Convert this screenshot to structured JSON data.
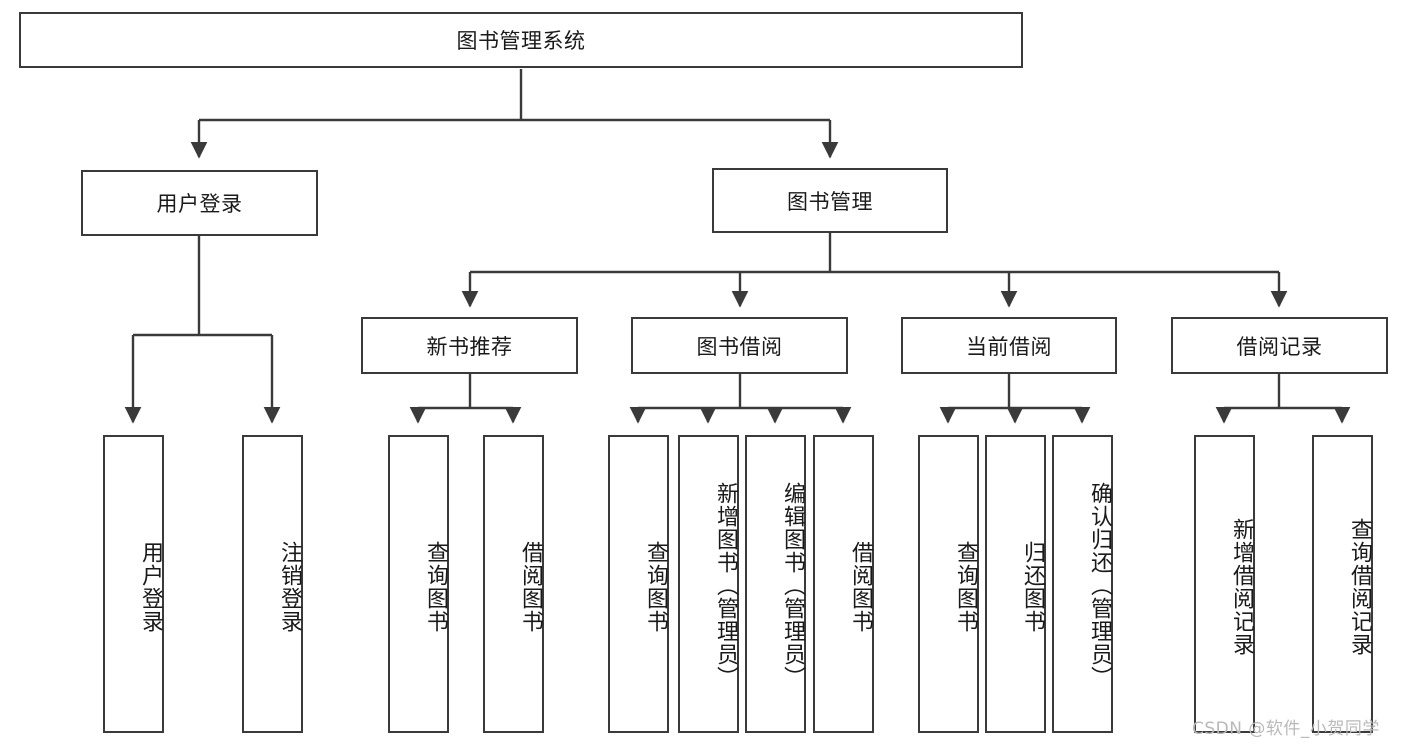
{
  "diagram": {
    "title": "图书管理系统",
    "type": "tree",
    "watermark": "CSDN @软件_小贺同学",
    "stroke_color": "#3a3a3a",
    "background_color": "#ffffff",
    "text_color": "#1a1a1a",
    "levels": {
      "root": {
        "label": "图书管理系统"
      },
      "level2": [
        {
          "label": "用户登录"
        },
        {
          "label": "图书管理"
        }
      ],
      "level3": [
        {
          "label": "新书推荐"
        },
        {
          "label": "图书借阅"
        },
        {
          "label": "当前借阅"
        },
        {
          "label": "借阅记录"
        }
      ],
      "leaves": {
        "user_login": [
          {
            "label": "用户登录"
          },
          {
            "label": "注销登录"
          }
        ],
        "new_book_recommend": [
          {
            "label": "查询图书"
          },
          {
            "label": "借阅图书"
          }
        ],
        "book_borrow": [
          {
            "label": "查询图书"
          },
          {
            "label": "新增图书（管理员）"
          },
          {
            "label": "编辑图书（管理员）"
          },
          {
            "label": "借阅图书"
          }
        ],
        "current_borrow": [
          {
            "label": "查询图书"
          },
          {
            "label": "归还图书"
          },
          {
            "label": "确认归还（管理员）"
          }
        ],
        "borrow_record": [
          {
            "label": "新增借阅记录"
          },
          {
            "label": "查询借阅记录"
          }
        ]
      }
    }
  }
}
